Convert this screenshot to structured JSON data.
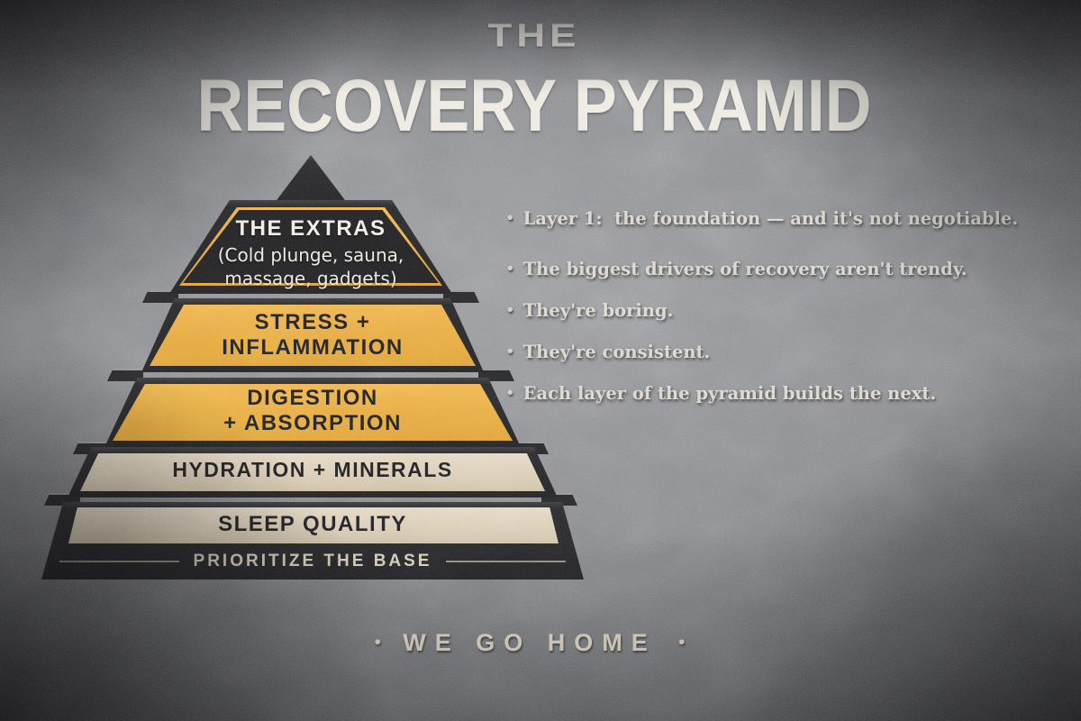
{
  "title": {
    "kicker": "THE",
    "main": "RECOVERY PYRAMID"
  },
  "pyramid": {
    "layers": [
      {
        "name": "The Extras",
        "label": "THE EXTRAS",
        "sublabel_line1": "(Cold plunge, sauna,",
        "sublabel_line2": "massage, gadgets)"
      },
      {
        "name": "Stress + Inflammation",
        "label_line1": "STRESS +",
        "label_line2": "INFLAMMATION"
      },
      {
        "name": "Digestion + Absorption",
        "label_line1": "DIGESTION",
        "label_line2": "+ ABSORPTION"
      },
      {
        "name": "Hydration + Minerals",
        "label": "HYDRATION + MINERALS"
      },
      {
        "name": "Sleep Quality",
        "label": "SLEEP QUALITY"
      }
    ],
    "base_caption": "PRIORITIZE THE BASE"
  },
  "bullets": {
    "glyph": "•",
    "items": [
      {
        "text": "Layer 1:  the foundation — and it's not negotiable."
      },
      {
        "text": "The biggest drivers of recovery aren't trendy."
      },
      {
        "text": "They're boring."
      },
      {
        "text": "They're consistent."
      },
      {
        "text": "Each layer of the pyramid builds the next."
      }
    ]
  },
  "footer": {
    "left_dot": "•",
    "text": "WE GO HOME",
    "right_dot": "•"
  },
  "colors": {
    "background_gray": "#87888C",
    "dark_layer": "#232325",
    "gold_layer": "#E7A73D",
    "cream_layer": "#D8CAB1",
    "gold_frame": "#E8A93E",
    "title_text": "#EDE9E0",
    "bullet_text": "#D9D5CC",
    "base_caption_text": "#D7CCB6",
    "footer_text": "#E4DAC7"
  }
}
